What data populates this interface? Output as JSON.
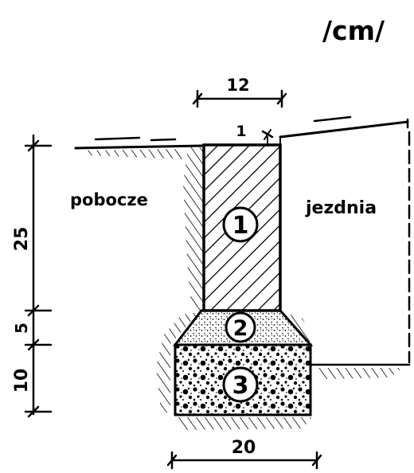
{
  "unit_label": "/cm/",
  "labels": {
    "shoulder": "pobocze",
    "roadway": "jezdnia"
  },
  "dimensions": {
    "curb_width": "12",
    "top_offset": "1",
    "curb_height": "25",
    "bedding_height": "5",
    "foundation_height": "10",
    "foundation_width": "20"
  },
  "layers": [
    {
      "number": "1"
    },
    {
      "number": "2"
    },
    {
      "number": "3"
    }
  ]
}
